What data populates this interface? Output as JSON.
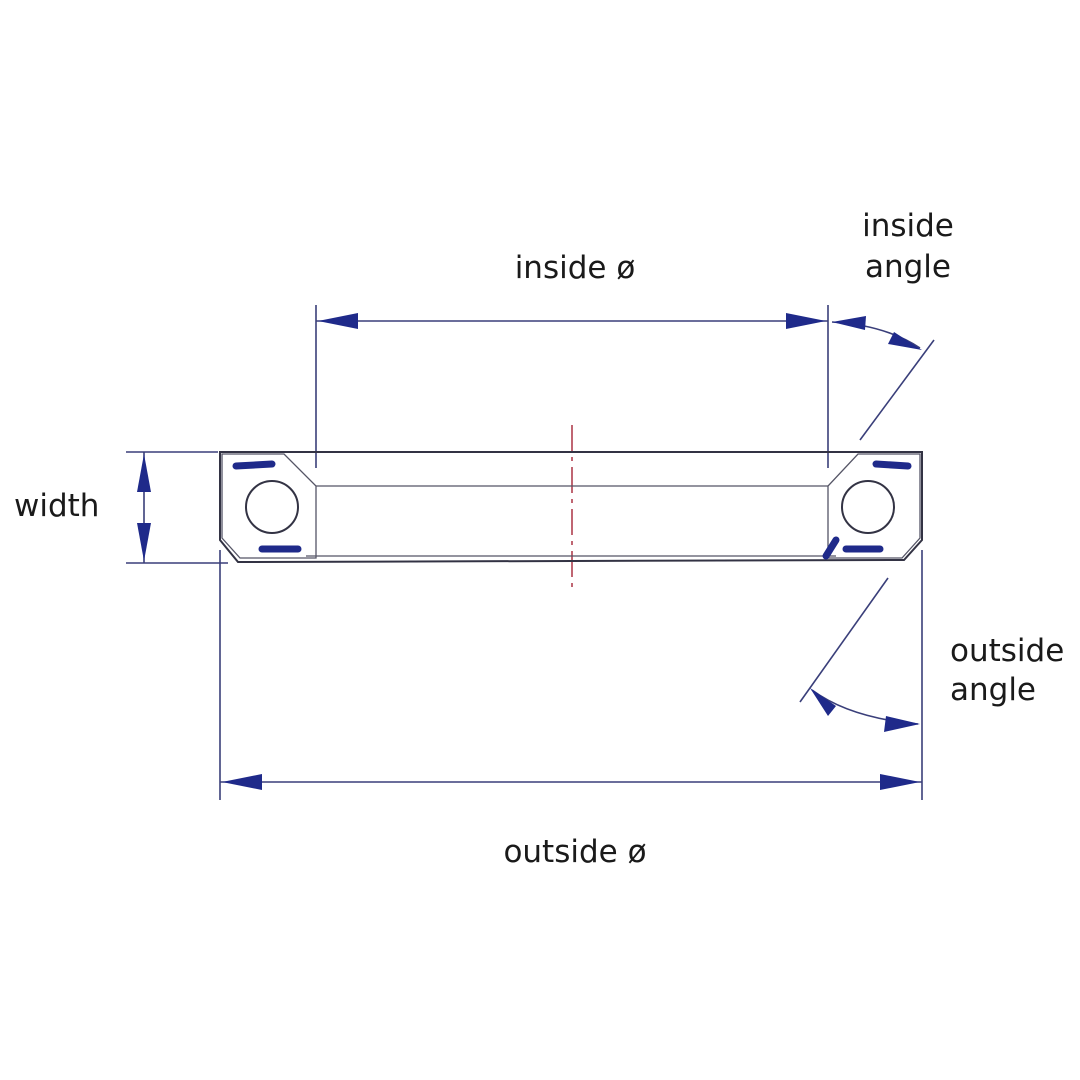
{
  "labels": {
    "inside_diameter": "inside ø",
    "inside_angle_line1": "inside",
    "inside_angle_line2": "angle",
    "width": "width",
    "outside_angle_line1": "outside",
    "outside_angle_line2": "angle",
    "outside_diameter": "outside ø"
  },
  "colors": {
    "dimension_line": "#3a3f7a",
    "seal": "#1f2a8a",
    "centerline": "#b04050",
    "text": "#1a1a1a"
  }
}
